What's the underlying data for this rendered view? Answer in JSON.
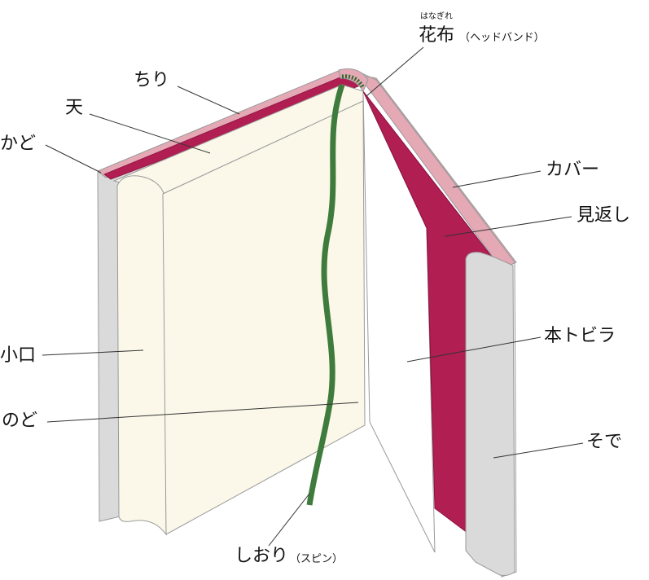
{
  "labels": {
    "hanagire_ruby": "はなぎれ",
    "hanagire": "花布",
    "hanagire_note": "（ヘッドバンド）",
    "chiri": "ちり",
    "ten": "天",
    "kado": "かど",
    "cover": "カバー",
    "mikaeshi": "見返し",
    "koguchi": "小口",
    "hontobira": "本トビラ",
    "nodo": "のど",
    "sode": "そで",
    "shiori": "しおり",
    "shiori_note": "（スピン）"
  },
  "colors": {
    "paper": "#FBF8EA",
    "board": "#DADADA",
    "endpaper": "#B01E52",
    "cover_edge": "#E4A9B5",
    "ribbon": "#3F7B3C",
    "outline": "#9A9A9A",
    "leader": "#333333"
  }
}
